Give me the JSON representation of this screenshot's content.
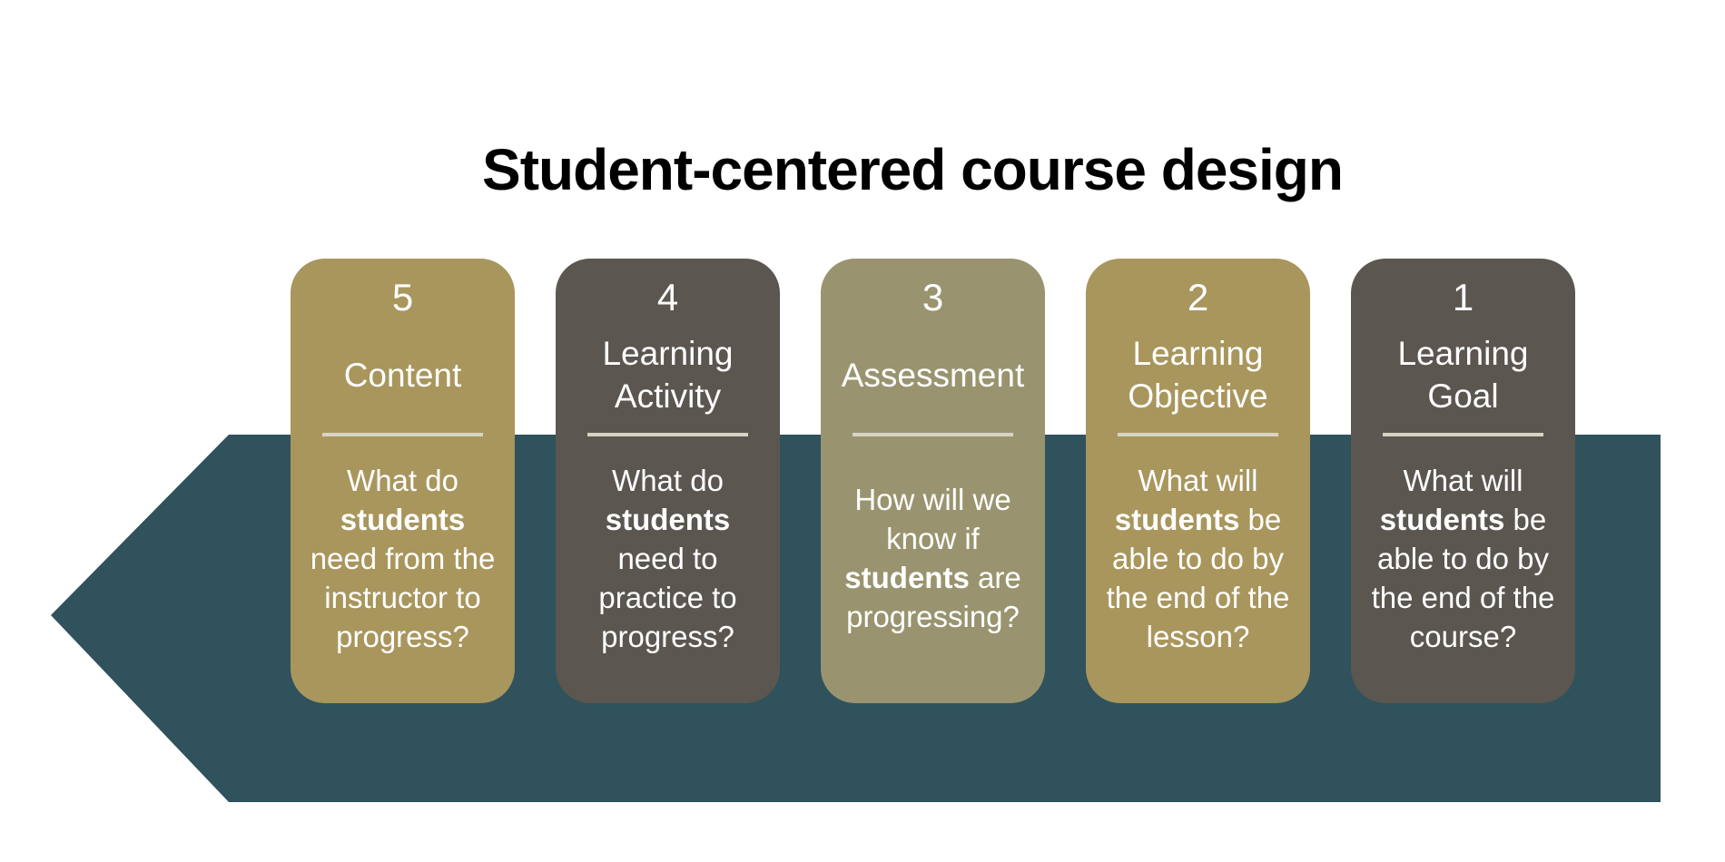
{
  "title": "Student-centered course design",
  "colors": {
    "arrow": "#2f525c",
    "gold": "#a8965d",
    "dark": "#5b5650",
    "olive": "#99946f",
    "divider": "#d8d4c5"
  },
  "cards": [
    {
      "number": "5",
      "label": "Content",
      "question_pre": "What do",
      "question_bold": "students",
      "question_post": "need from the instructor to progress?",
      "color": "gold"
    },
    {
      "number": "4",
      "label": "Learning Activity",
      "question_pre": "What do",
      "question_bold": "students",
      "question_post": "need to practice to progress?",
      "color": "dark"
    },
    {
      "number": "3",
      "label": "Assessment",
      "question_pre": "How will we know if",
      "question_bold": "students",
      "question_post": "are progressing?",
      "color": "olive"
    },
    {
      "number": "2",
      "label": "Learning Objective",
      "question_pre": "What will",
      "question_bold": "students",
      "question_post": "be able to do by the end of the lesson?",
      "color": "gold"
    },
    {
      "number": "1",
      "label": "Learning Goal",
      "question_pre": "What will",
      "question_bold": "students",
      "question_post": "be able to do by the end of the course?",
      "color": "dark"
    }
  ]
}
